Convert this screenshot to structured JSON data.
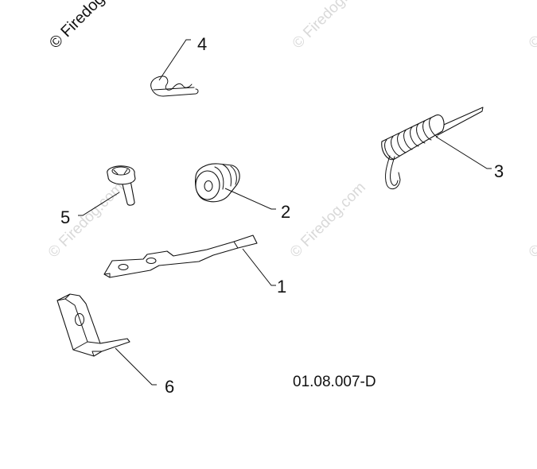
{
  "watermark": {
    "text_dark": "© Firedog.com",
    "text_light": "© Firedog.com",
    "text_short": "© Fi"
  },
  "callouts": {
    "p1": "1",
    "p2": "2",
    "p3": "3",
    "p4": "4",
    "p5": "5",
    "p6": "6"
  },
  "parts": {
    "p1": "link-plate",
    "p2": "roller-nut",
    "p3": "tension-spring",
    "p4": "hairpin-clip",
    "p5": "shoulder-bolt",
    "p6": "angle-bracket"
  },
  "reference_code": "01.08.007-D"
}
